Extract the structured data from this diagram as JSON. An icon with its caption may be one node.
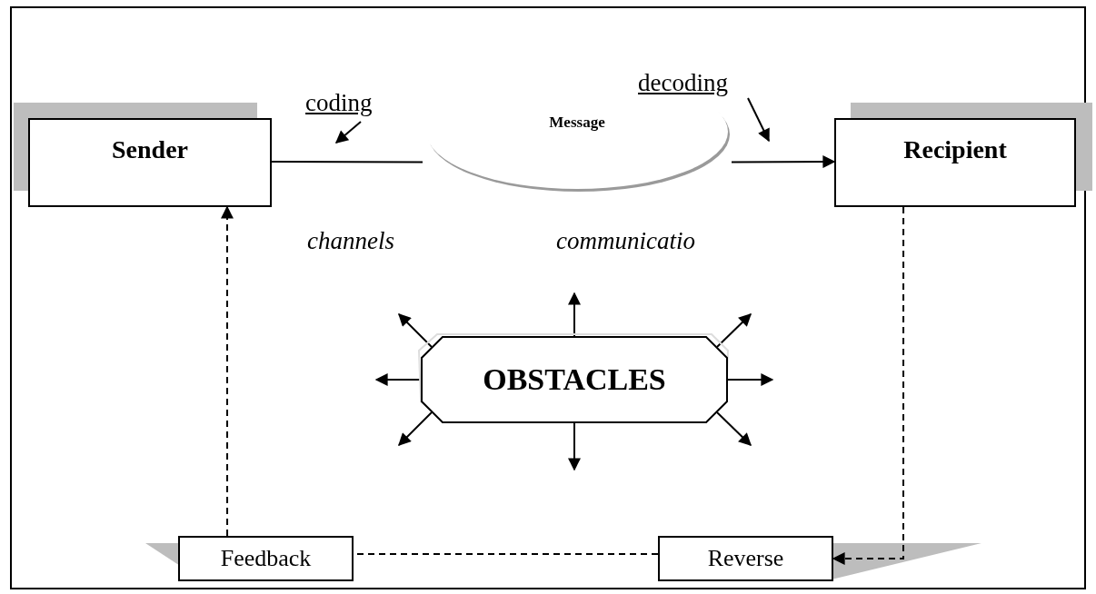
{
  "diagram": {
    "nodes": [
      {
        "text": [
          "Sender"
        ]
      },
      {
        "text": [
          "Message"
        ]
      },
      {
        "text": [
          "Recipient"
        ]
      },
      {
        "text": [
          "OBSTACLES"
        ]
      },
      {
        "text": [
          "Feedback"
        ]
      },
      {
        "text": [
          "Reverse"
        ]
      }
    ],
    "edges": [
      {
        "from": 0,
        "to": 1,
        "arrow": "none"
      },
      {
        "from": 1,
        "to": 2,
        "arrow": "to"
      },
      {
        "from": 2,
        "to": 5,
        "arrow": "to",
        "style": "dashed"
      },
      {
        "from": 5,
        "to": 4,
        "arrow": "none",
        "style": "dashed"
      },
      {
        "from": 4,
        "to": 0,
        "arrow": "to",
        "style": "dashed"
      },
      {
        "from": 3,
        "to": null,
        "arrow": "to"
      },
      {
        "from": 3,
        "to": null,
        "arrow": "to"
      },
      {
        "from": 3,
        "to": null,
        "arrow": "to"
      },
      {
        "from": 3,
        "to": null,
        "arrow": "to"
      },
      {
        "from": 3,
        "to": null,
        "arrow": "to"
      },
      {
        "from": 3,
        "to": null,
        "arrow": "to"
      },
      {
        "from": 3,
        "to": null,
        "arrow": "to"
      },
      {
        "from": 3,
        "to": null,
        "arrow": "to"
      }
    ],
    "labels": [
      "coding",
      "decoding",
      "channels",
      "communicatio"
    ]
  }
}
